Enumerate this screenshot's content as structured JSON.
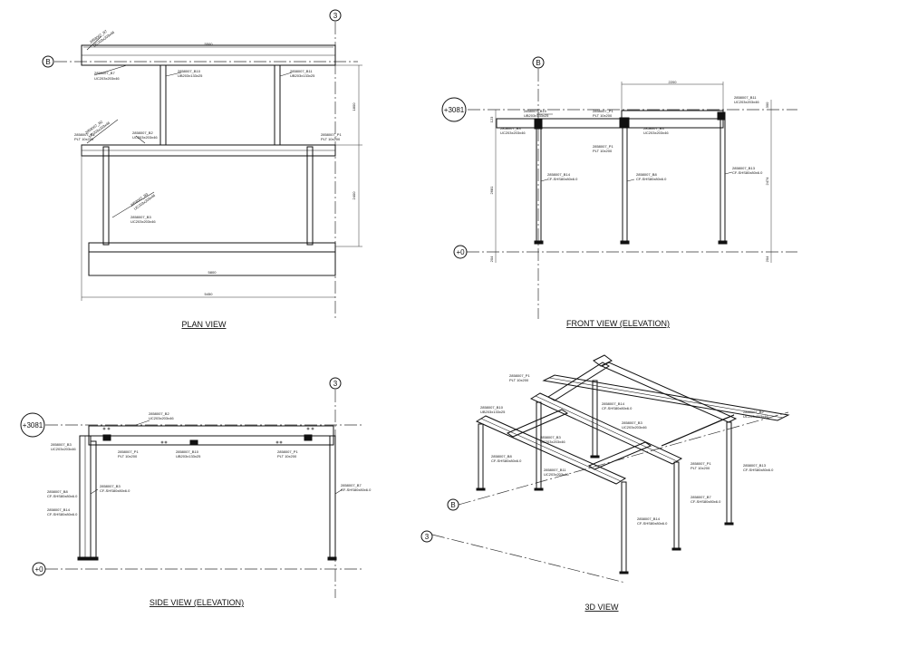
{
  "views": {
    "plan": {
      "title": "PLAN VIEW",
      "grid_bubbles": [
        "3",
        "B"
      ],
      "dimensions": [
        "5500",
        "5800",
        "5450",
        "1800",
        "2400"
      ],
      "part_labels": [
        "2858007_B7",
        "UC203x203x46",
        "2858007_B10",
        "UB203x133x25",
        "2858007_B11",
        "2858007_B2",
        "2858007_P1",
        "PLT 10x200",
        "2858007_B3"
      ]
    },
    "front": {
      "title": "FRONT VIEW (ELEVATION)",
      "grid_bubbles": [
        "B",
        "+3081",
        "+0"
      ],
      "dimensions": [
        "2200",
        "2681",
        "2474",
        "300",
        "204",
        "123"
      ],
      "part_labels": [
        "2858007_B10",
        "UB203x133x25",
        "2858007_B11",
        "UC203x203x46",
        "2858007_B3",
        "2858007_P1",
        "PLT 10x200",
        "2858007_B14",
        "CF-SHS80x80x6.0",
        "2858007_B8",
        "2858007_B13"
      ]
    },
    "side": {
      "title": "SIDE VIEW (ELEVATION)",
      "grid_bubbles": [
        "3",
        "+3081",
        "+0"
      ],
      "part_labels": [
        "2858007_B2",
        "UC203x203x46",
        "2858007_B3",
        "2858007_P1",
        "PLT 10x200",
        "2858007_B10",
        "UB203x133x25",
        "2858007_B8",
        "CF-SHS80x80x6.0",
        "2858007_B14",
        "2858007_B7"
      ]
    },
    "iso": {
      "title": "3D VIEW",
      "grid_bubbles": [
        "B",
        "3"
      ],
      "part_labels": [
        "2858007_P1",
        "PLT 10x200",
        "2858007_B14",
        "CF-SHS80x80x6.0",
        "2858007_B10",
        "UB203x133x25",
        "2858007_B3",
        "UC203x203x46",
        "2858007_B8",
        "2858007_B11",
        "2858007_B13",
        "2858007_B2",
        "2858007_B7"
      ]
    }
  }
}
